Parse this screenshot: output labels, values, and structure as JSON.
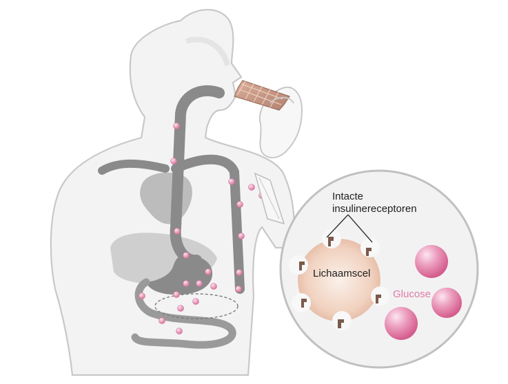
{
  "labels": {
    "receptors_line1": "Intacte",
    "receptors_line2": "insulinereceptoren",
    "cell": "Lichaamscel",
    "glucose": "Glucose"
  },
  "colors": {
    "outline": "#c8c8c8",
    "body_fill": "#f3f3f3",
    "organ_dark": "#7f7f7f",
    "organ_light": "#c4c4c4",
    "glucose_pink": "#e58fb1",
    "glucose_highlight": "#fbe3ee",
    "cell_peach": "#f3d7c8",
    "receptor_brown": "#7a5a4a",
    "waffle": "#c79a86",
    "glucose_text": "#e07aa6"
  },
  "icons": [
    "human-silhouette",
    "waffle-snack",
    "digestive-tract",
    "glucose-particle",
    "body-cell",
    "insulin-receptor",
    "pancreas"
  ]
}
